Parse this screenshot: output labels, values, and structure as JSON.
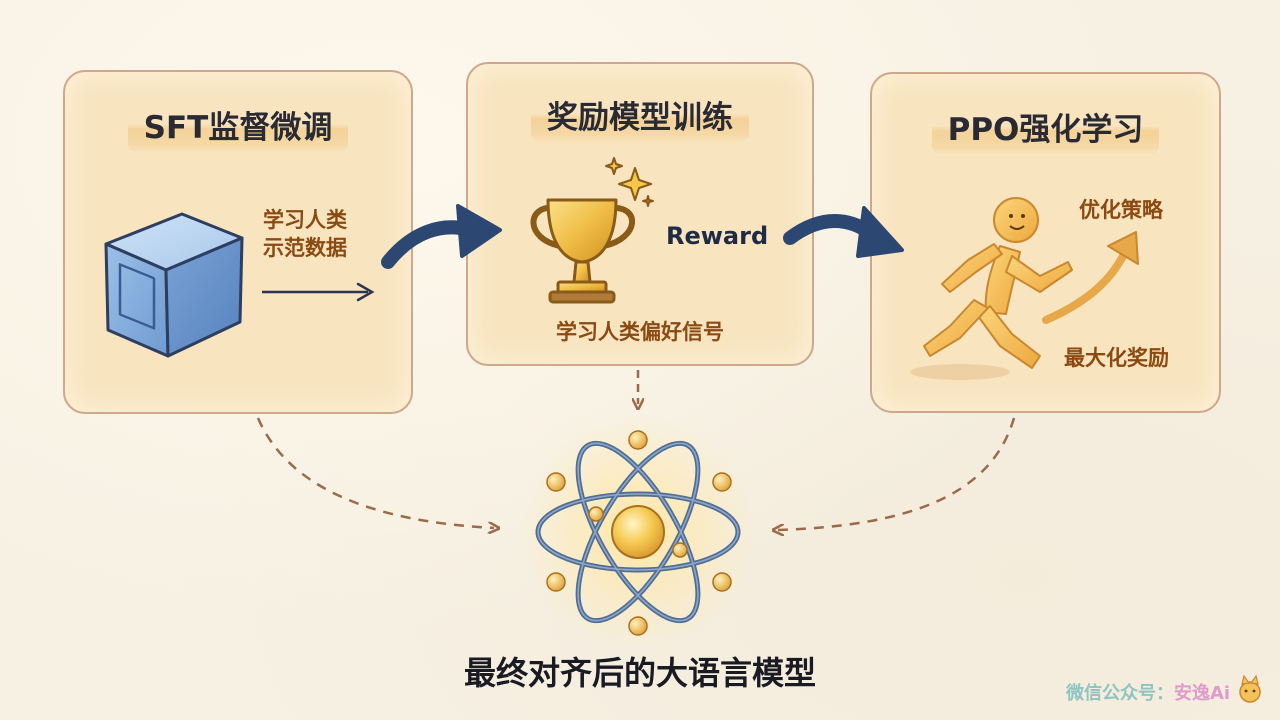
{
  "stages": [
    {
      "title": "SFT监督微调",
      "note_lines": [
        "学习人类",
        "示范数据"
      ]
    },
    {
      "title": "奖励模型训练",
      "reward_label": "Reward",
      "note": "学习人类偏好信号"
    },
    {
      "title": "PPO强化学习",
      "top_note": "优化策略",
      "bottom_note": "最大化奖励"
    }
  ],
  "result": {
    "label": "最终对齐后的大语言模型"
  },
  "watermark": {
    "prefix": "微信公众号：",
    "brand": "安逸Ai"
  },
  "colors": {
    "card_fill": "#f8e4bf",
    "card_border": "#cfa78a",
    "arrow_navy": "#2d4773",
    "note_brown": "#8a4a12",
    "cube_blue": "#7fa8d9",
    "trophy_gold": "#e8b13c",
    "runner_yellow": "#f4c15a",
    "atom_orbit": "#4f6d95",
    "dashed_arrow": "#9a6a4a"
  },
  "icons": [
    "cube-icon",
    "trophy-icon",
    "sparkle-icon",
    "runner-icon",
    "growth-arrow-icon",
    "atom-icon"
  ]
}
